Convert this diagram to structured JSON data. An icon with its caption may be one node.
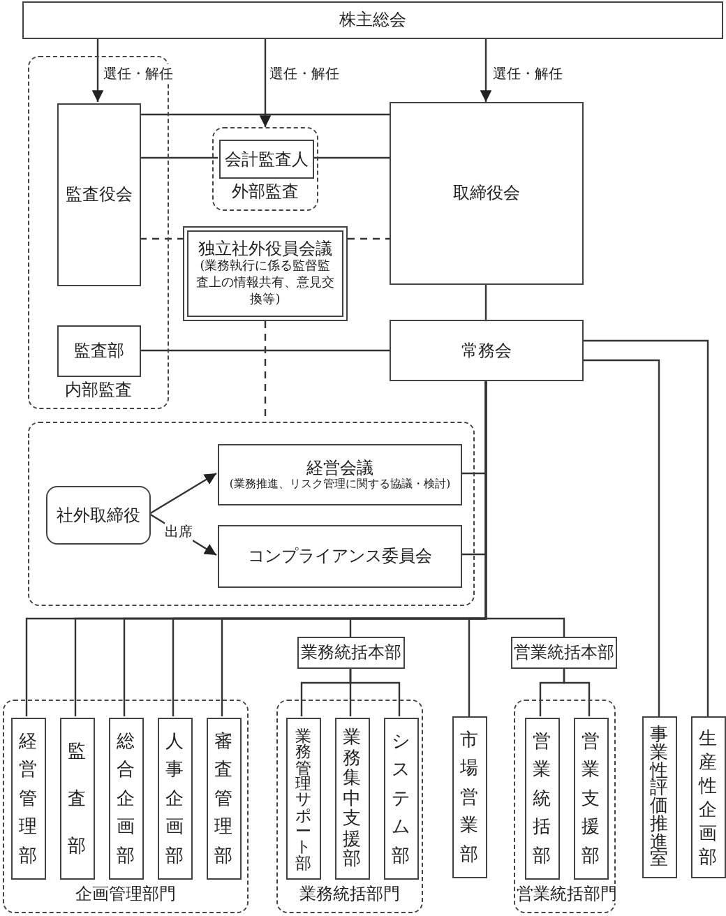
{
  "diagram": {
    "nodes": [
      {
        "text": [
          "株主総会"
        ]
      },
      {
        "text": [
          "内部監査"
        ]
      },
      {
        "text": [
          "監査役会"
        ],
        "in": 1
      },
      {
        "text": [
          "監査部"
        ],
        "in": 1
      },
      {
        "text": [
          "外部監査"
        ]
      },
      {
        "text": [
          "会計監査人"
        ],
        "in": 4
      },
      {
        "text": [
          "取締役会"
        ]
      },
      {
        "text": [
          "独立社外役員会議",
          "(業務執行に係る監督監査上の情報共有、意見交換等)"
        ]
      },
      {
        "text": [
          "常務会"
        ]
      },
      {
        "text": [],
        "shape": "box"
      },
      {
        "text": [
          "社外取締役"
        ],
        "in": 9
      },
      {
        "text": [
          "経営会議",
          "(業務推進、リスク管理に関する協議・検討)"
        ],
        "in": 9
      },
      {
        "text": [
          "コンプライアンス委員会"
        ],
        "in": 9
      },
      {
        "text": [
          "企画管理部門"
        ]
      },
      {
        "text": [
          "経営管理部"
        ],
        "in": 13
      },
      {
        "text": [
          "監査部"
        ],
        "in": 13
      },
      {
        "text": [
          "総合企画部"
        ],
        "in": 13
      },
      {
        "text": [
          "人事企画部"
        ],
        "in": 13
      },
      {
        "text": [
          "審査管理部"
        ],
        "in": 13
      },
      {
        "text": [
          "業務統括本部"
        ]
      },
      {
        "text": [
          "業務統括部門"
        ]
      },
      {
        "text": [
          "業務管理サポート部"
        ],
        "in": 20
      },
      {
        "text": [
          "業務集中支援部"
        ],
        "in": 20
      },
      {
        "text": [
          "システム部"
        ],
        "in": 20
      },
      {
        "text": [
          "市場営業部"
        ]
      },
      {
        "text": [
          "営業統括本部"
        ]
      },
      {
        "text": [
          "営業統括部門"
        ]
      },
      {
        "text": [
          "営業統括部"
        ],
        "in": 26
      },
      {
        "text": [
          "営業支援部"
        ],
        "in": 26
      },
      {
        "text": [
          "事業性評価推進室"
        ]
      },
      {
        "text": [
          "生産性企画部"
        ]
      }
    ],
    "edges": [
      {
        "from": 0,
        "to": 2,
        "arrow": "to",
        "label": "選任・解任"
      },
      {
        "from": 0,
        "to": 4,
        "arrow": "to",
        "label": "選任・解任"
      },
      {
        "from": 0,
        "to": 6,
        "arrow": "to",
        "label": "選任・解任"
      },
      {
        "from": 2,
        "to": 6,
        "arrow": "none"
      },
      {
        "from": 2,
        "to": 5,
        "arrow": "none"
      },
      {
        "from": 5,
        "to": 6,
        "arrow": "none"
      },
      {
        "from": 2,
        "to": 7,
        "arrow": "none",
        "style": "dashed"
      },
      {
        "from": 7,
        "to": 6,
        "arrow": "none",
        "style": "dashed"
      },
      {
        "from": 7,
        "to": 9,
        "arrow": "none",
        "style": "dashed"
      },
      {
        "from": 6,
        "to": 8,
        "arrow": "none"
      },
      {
        "from": 3,
        "to": 8,
        "arrow": "none"
      },
      {
        "from": 10,
        "to": 11,
        "arrow": "to",
        "label": "出席"
      },
      {
        "from": 10,
        "to": 12,
        "arrow": "to"
      },
      {
        "from": 8,
        "to": 11,
        "arrow": "none"
      },
      {
        "from": 8,
        "to": 12,
        "arrow": "none"
      },
      {
        "from": 8,
        "to": 14,
        "arrow": "none"
      },
      {
        "from": 8,
        "to": 15,
        "arrow": "none"
      },
      {
        "from": 8,
        "to": 16,
        "arrow": "none"
      },
      {
        "from": 8,
        "to": 17,
        "arrow": "none"
      },
      {
        "from": 8,
        "to": 18,
        "arrow": "none"
      },
      {
        "from": 8,
        "to": 19,
        "arrow": "none"
      },
      {
        "from": 8,
        "to": 24,
        "arrow": "none"
      },
      {
        "from": 8,
        "to": 25,
        "arrow": "none"
      },
      {
        "from": 8,
        "to": 29,
        "arrow": "none"
      },
      {
        "from": 8,
        "to": 30,
        "arrow": "none"
      },
      {
        "from": 19,
        "to": 21,
        "arrow": "none"
      },
      {
        "from": 19,
        "to": 22,
        "arrow": "none"
      },
      {
        "from": 19,
        "to": 23,
        "arrow": "none"
      },
      {
        "from": 25,
        "to": 27,
        "arrow": "none"
      },
      {
        "from": 25,
        "to": 28,
        "arrow": "none"
      }
    ]
  }
}
